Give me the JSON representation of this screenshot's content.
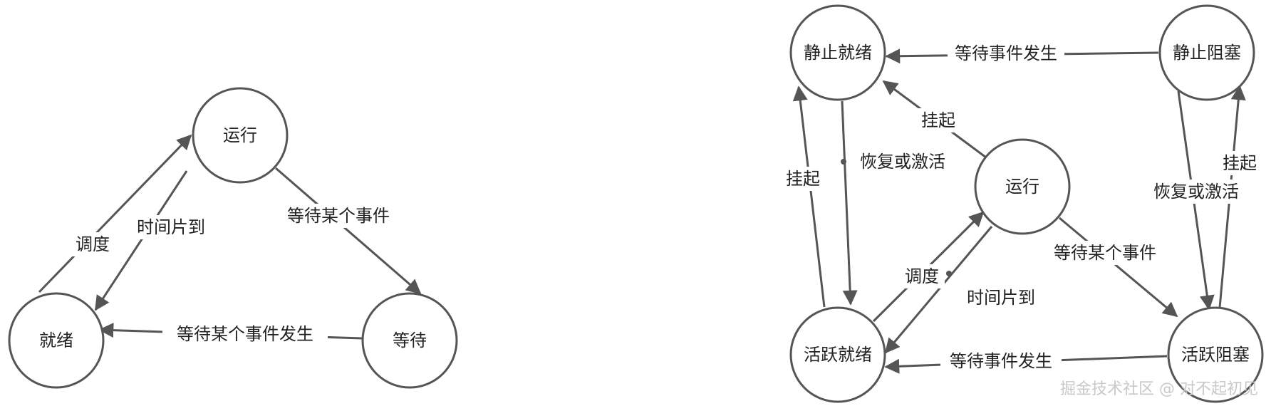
{
  "colors": {
    "stroke": "#555555",
    "text": "#222222",
    "watermark": "#c9c9c9"
  },
  "left_diagram": {
    "nodes": {
      "running": "运行",
      "ready": "就绪",
      "waiting": "等待"
    },
    "edges": {
      "schedule": "调度",
      "time_slice": "时间片到",
      "wait_event": "等待某个事件",
      "event_occurs": "等待某个事件发生"
    }
  },
  "right_diagram": {
    "nodes": {
      "static_ready": "静止就绪",
      "static_blocked": "静止阻塞",
      "running": "运行",
      "active_ready": "活跃就绪",
      "active_blocked": "活跃阻塞"
    },
    "edges": {
      "wait_event_occurs_top": "等待事件发生",
      "suspend_running": "挂起",
      "suspend_left": "挂起",
      "restore_left": "恢复或激活",
      "restore_right": "恢复或激活",
      "suspend_right": "挂起",
      "schedule": "调度",
      "time_slice": "时间片到",
      "wait_event": "等待某个事件",
      "wait_event_occurs_bottom": "等待事件发生"
    }
  },
  "watermark": "掘金技术社区 @ 对不起初见"
}
